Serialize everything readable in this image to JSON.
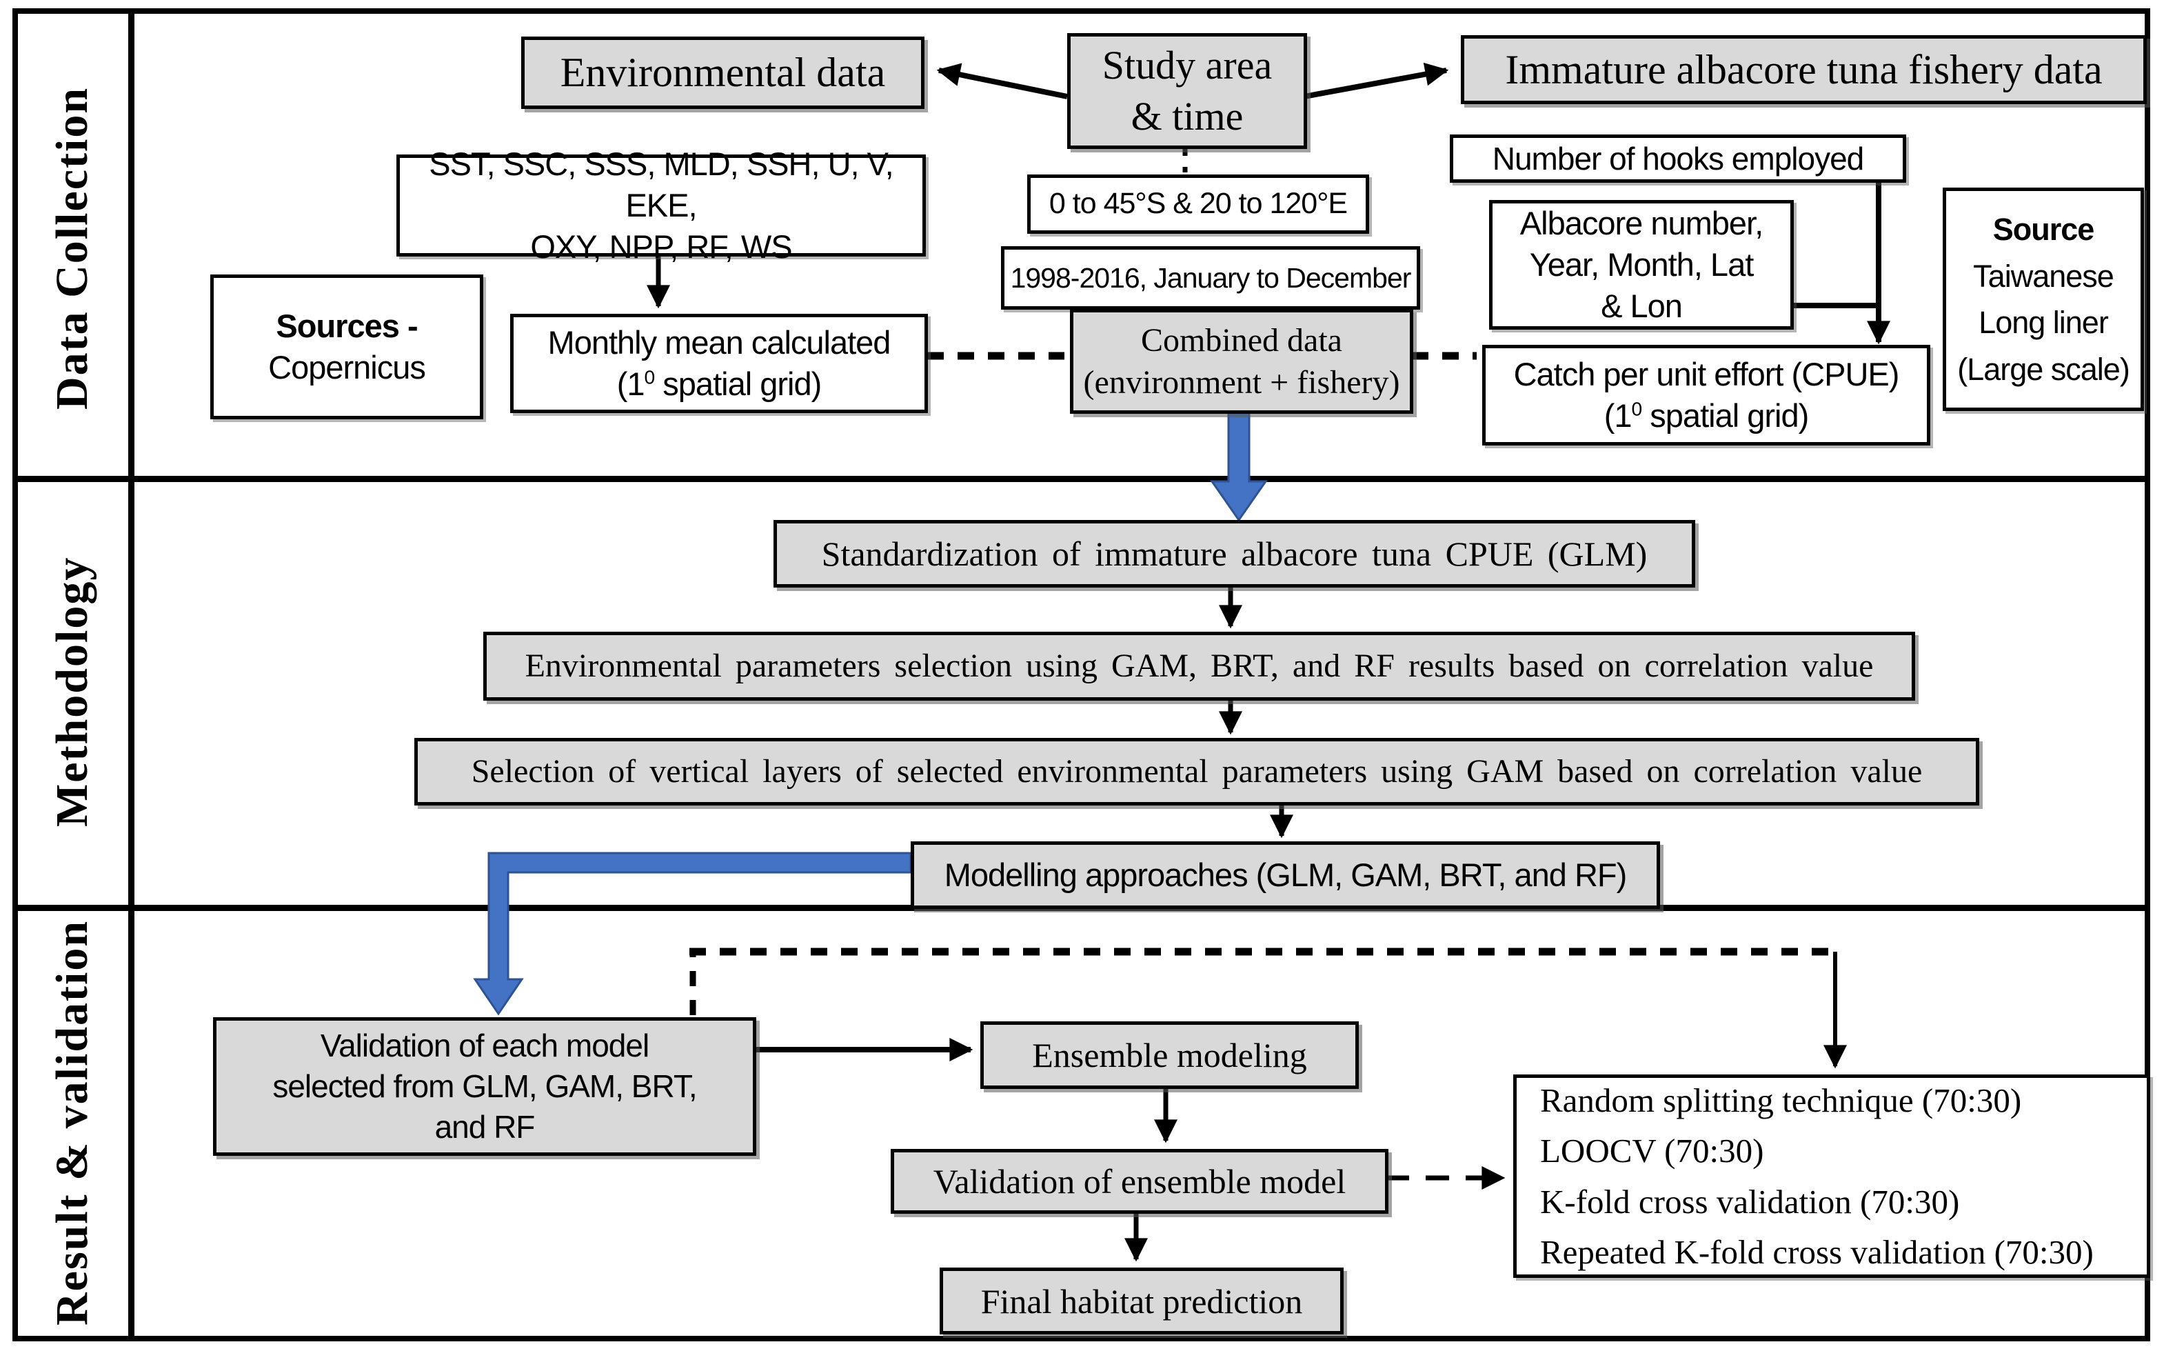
{
  "sections": {
    "data_collection": {
      "label": "Data Collection"
    },
    "methodology": {
      "label": "Methodology"
    },
    "results": {
      "label": "Result & validation"
    }
  },
  "boxes": {
    "env_data": {
      "text": "Environmental data"
    },
    "study_area": {
      "line1": "Study area",
      "line2": "& time"
    },
    "fishery_data": {
      "text": "Immature albacore tuna fishery data"
    },
    "sst": {
      "line1": "SST, SSC, SSS, MLD, SSH, U, V, EKE,",
      "line2": "OXY, NPP, RF, WS"
    },
    "coords": {
      "text": "0 to 45°S & 20 to 120°E"
    },
    "period": {
      "text": "1998-2016, January to December"
    },
    "sources": {
      "label_bold": "Sources -",
      "value": "Copernicus"
    },
    "monthly_mean": {
      "line1": "Monthly mean calculated",
      "grid_prefix": "(1",
      "grid_sup": "0",
      "grid_suffix": " spatial grid)"
    },
    "combined": {
      "line1": "Combined data",
      "line2": "(environment + fishery)"
    },
    "hooks": {
      "text": "Number of hooks employed"
    },
    "albacore": {
      "line1": "Albacore number,",
      "line2": "Year, Month, Lat",
      "line3": "& Lon"
    },
    "source_right": {
      "label_bold": "Source",
      "line1": "Taiwanese",
      "line2": "Long liner",
      "line3": "(Large scale)"
    },
    "cpue": {
      "line1": "Catch per unit effort (CPUE)",
      "grid_prefix": "(1",
      "grid_sup": "0",
      "grid_suffix": " spatial grid)"
    },
    "standardization": {
      "text": "Standardization of immature albacore tuna CPUE (GLM)"
    },
    "env_param_selection": {
      "text": "Environmental parameters selection using GAM, BRT, and RF results based on correlation value"
    },
    "vertical_layers": {
      "text": "Selection of vertical layers of selected environmental parameters using GAM based on correlation value"
    },
    "modelling": {
      "text": "Modelling approaches (GLM, GAM, BRT, and RF)"
    },
    "validation_each": {
      "line1": "Validation of each model",
      "line2": "selected from GLM, GAM, BRT,",
      "line3": "and RF"
    },
    "ensemble": {
      "text": "Ensemble modeling"
    },
    "validation_ensemble": {
      "text": "Validation of ensemble model"
    },
    "final": {
      "text": "Final habitat prediction"
    },
    "random_split": {
      "line1": "Random splitting technique (70:30)",
      "line2": "LOOCV (70:30)",
      "line3": "K-fold cross validation (70:30)",
      "line4": "Repeated K-fold cross validation (70:30)"
    }
  },
  "colors": {
    "box_fill": "#d9d9d9",
    "box_border": "#000000",
    "blue_arrow": "#4472c4",
    "blue_arrow_edge": "#2e5395"
  }
}
